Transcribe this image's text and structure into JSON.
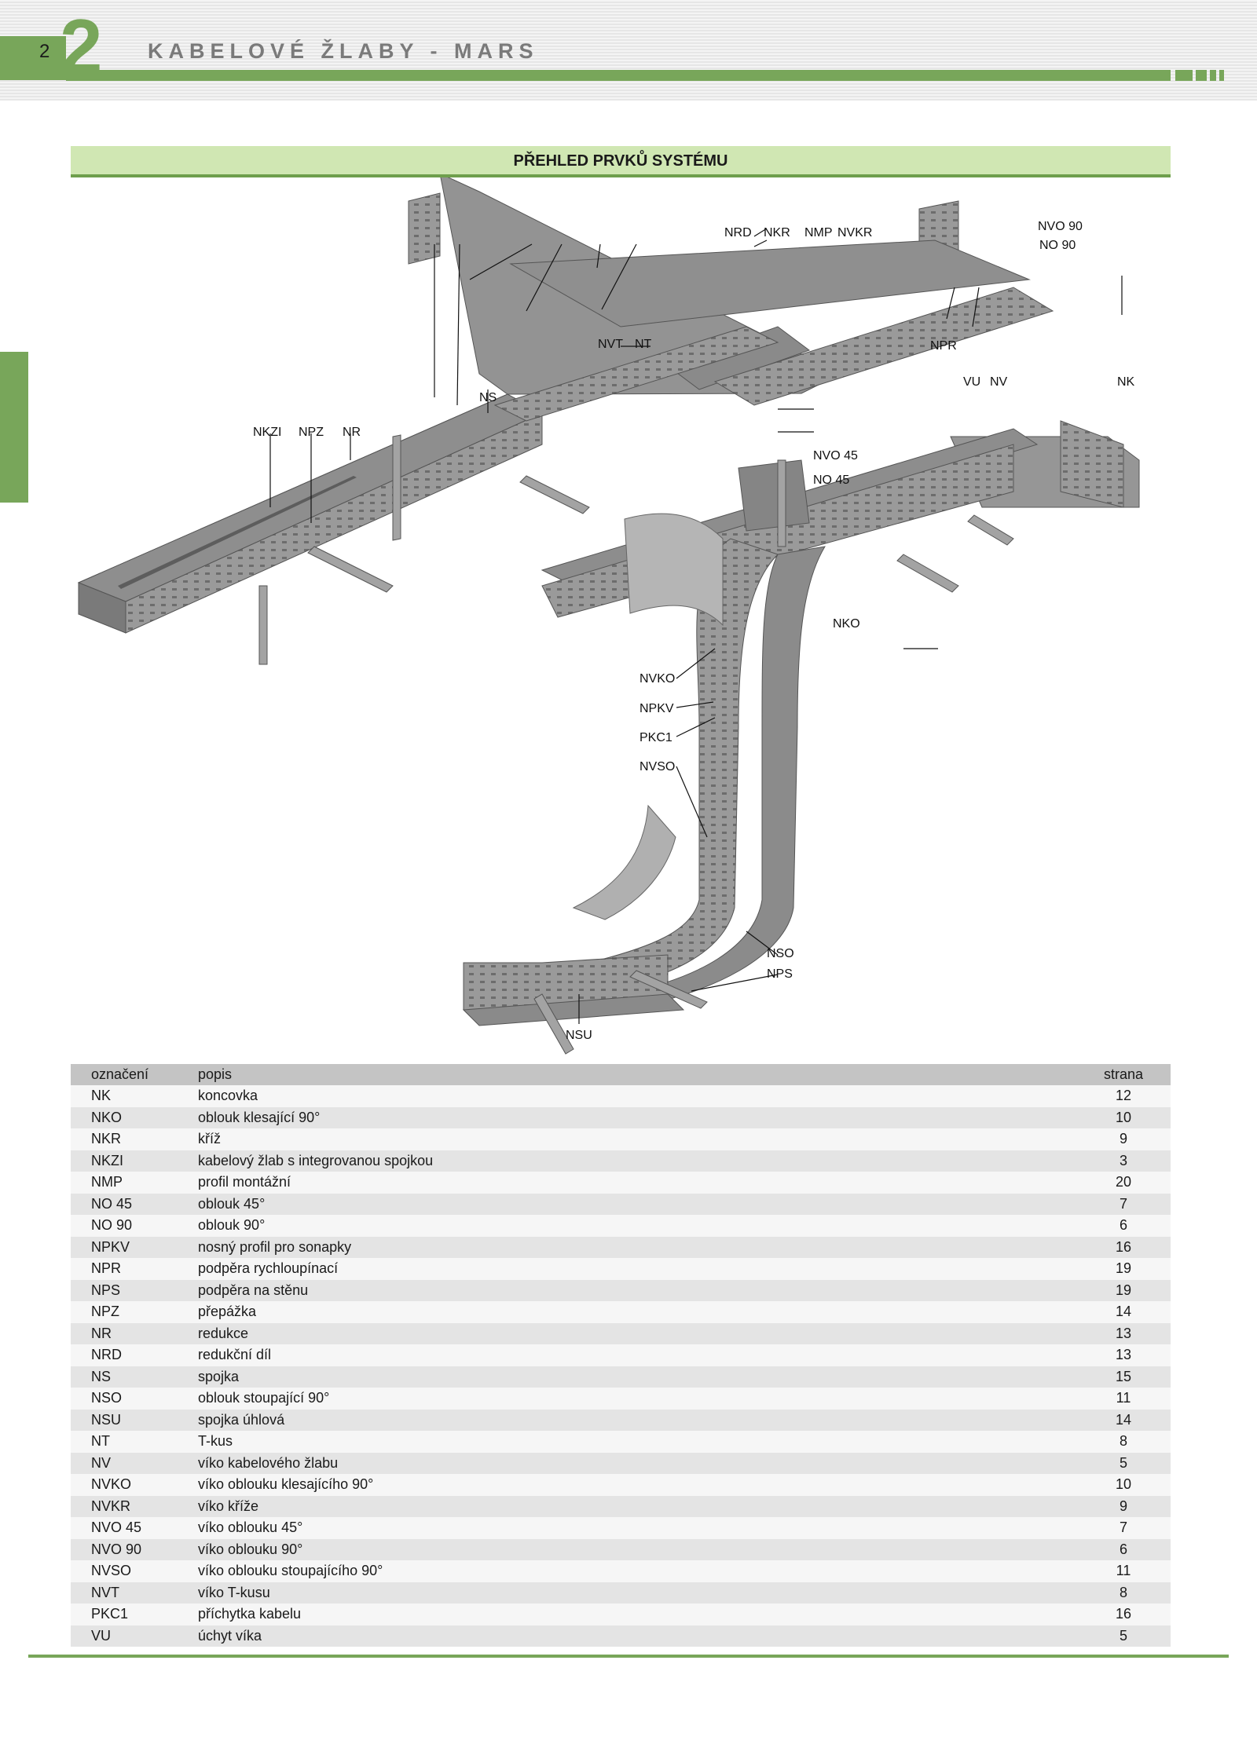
{
  "header": {
    "page_number": "2",
    "chapter_number": "2",
    "chapter_title": "KABELOVÉ ŽLABY - MARS",
    "accent_color": "#78a65a"
  },
  "section": {
    "title": "PŘEHLED PRVKŮ SYSTÉMU",
    "bar_color": "#d0e7b3"
  },
  "diagram_labels": {
    "nrd": "NRD",
    "nkr": "NKR",
    "nmp": "NMP",
    "nvkr": "NVKR",
    "nvo90": "NVO 90",
    "no90": "NO 90",
    "nvt": "NVT",
    "nt": "NT",
    "npr": "NPR",
    "ns": "NS",
    "vu": "VU",
    "nv": "NV",
    "nk": "NK",
    "nkzi": "NKZI",
    "npz": "NPZ",
    "nr": "NR",
    "nvo45": "NVO 45",
    "no45": "NO 45",
    "nko": "NKO",
    "nvko": "NVKO",
    "npkv": "NPKV",
    "pkc1": "PKC1",
    "nvso": "NVSO",
    "nso": "NSO",
    "nps": "NPS",
    "nsu": "NSU"
  },
  "table": {
    "headers": {
      "code": "označení",
      "desc": "popis",
      "page": "strana"
    },
    "rows": [
      {
        "code": "NK",
        "desc": "koncovka",
        "page": "12"
      },
      {
        "code": "NKO",
        "desc": "oblouk klesající 90°",
        "page": "10"
      },
      {
        "code": "NKR",
        "desc": "kříž",
        "page": "9"
      },
      {
        "code": "NKZI",
        "desc": "kabelový žlab s integrovanou spojkou",
        "page": "3"
      },
      {
        "code": "NMP",
        "desc": "profil montážní",
        "page": "20"
      },
      {
        "code": "NO 45",
        "desc": "oblouk 45°",
        "page": "7"
      },
      {
        "code": "NO 90",
        "desc": "oblouk 90°",
        "page": "6"
      },
      {
        "code": "NPKV",
        "desc": "nosný profil pro sonapky",
        "page": "16"
      },
      {
        "code": "NPR",
        "desc": "podpěra rychloupínací",
        "page": "19"
      },
      {
        "code": "NPS",
        "desc": "podpěra na stěnu",
        "page": "19"
      },
      {
        "code": "NPZ",
        "desc": "přepážka",
        "page": "14"
      },
      {
        "code": "NR",
        "desc": "redukce",
        "page": "13"
      },
      {
        "code": "NRD",
        "desc": "redukční díl",
        "page": "13"
      },
      {
        "code": "NS",
        "desc": "spojka",
        "page": "15"
      },
      {
        "code": "NSO",
        "desc": "oblouk stoupající 90°",
        "page": "11"
      },
      {
        "code": "NSU",
        "desc": "spojka úhlová",
        "page": "14"
      },
      {
        "code": "NT",
        "desc": "T-kus",
        "page": "8"
      },
      {
        "code": "NV",
        "desc": "víko kabelového žlabu",
        "page": "5"
      },
      {
        "code": "NVKO",
        "desc": "víko oblouku klesajícího 90°",
        "page": "10"
      },
      {
        "code": "NVKR",
        "desc": "víko kříže",
        "page": "9"
      },
      {
        "code": "NVO 45",
        "desc": "víko oblouku 45°",
        "page": "7"
      },
      {
        "code": "NVO 90",
        "desc": "víko oblouku 90°",
        "page": "6"
      },
      {
        "code": "NVSO",
        "desc": "víko oblouku stoupajícího 90°",
        "page": "11"
      },
      {
        "code": "NVT",
        "desc": "víko T-kusu",
        "page": "8"
      },
      {
        "code": "PKC1",
        "desc": "příchytka kabelu",
        "page": "16"
      },
      {
        "code": "VU",
        "desc": "úchyt víka",
        "page": "5"
      }
    ]
  }
}
